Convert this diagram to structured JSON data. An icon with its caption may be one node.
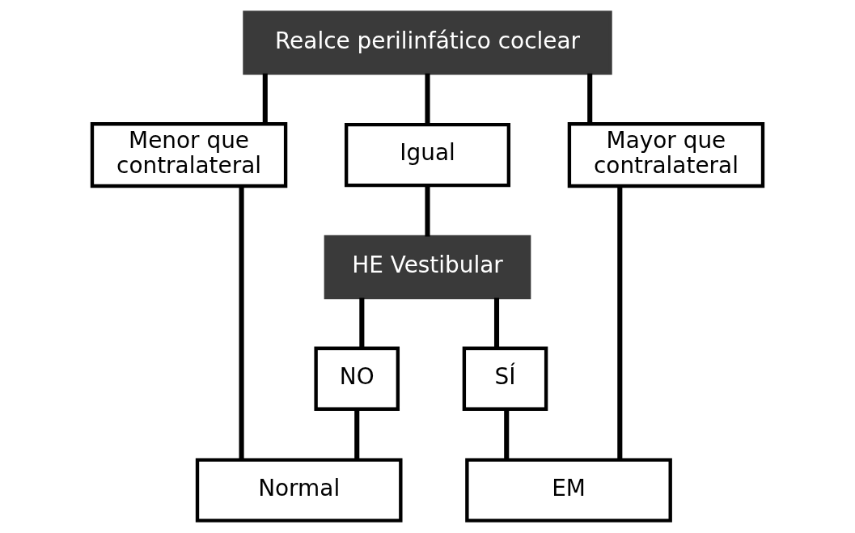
{
  "diagram": {
    "nodes": [
      {
        "text": [
          "Realce perilinfático coclear"
        ]
      },
      {
        "text": [
          "Menor que contralateral"
        ]
      },
      {
        "text": [
          "Igual"
        ]
      },
      {
        "text": [
          "Mayor que contralateral"
        ]
      },
      {
        "text": [
          "HE Vestibular"
        ]
      },
      {
        "text": [
          "NO"
        ]
      },
      {
        "text": [
          "SÍ"
        ]
      },
      {
        "text": [
          "Normal"
        ]
      },
      {
        "text": [
          "EM"
        ]
      }
    ],
    "edges": [
      {
        "from": 0,
        "to": 1,
        "arrow": "none"
      },
      {
        "from": 0,
        "to": 2,
        "arrow": "none"
      },
      {
        "from": 0,
        "to": 3,
        "arrow": "none"
      },
      {
        "from": 2,
        "to": 4,
        "arrow": "none"
      },
      {
        "from": 4,
        "to": 5,
        "arrow": "none"
      },
      {
        "from": 4,
        "to": 6,
        "arrow": "none"
      },
      {
        "from": 1,
        "to": 7,
        "arrow": "none"
      },
      {
        "from": 5,
        "to": 7,
        "arrow": "none"
      },
      {
        "from": 6,
        "to": 8,
        "arrow": "none"
      },
      {
        "from": 3,
        "to": 8,
        "arrow": "none"
      }
    ]
  }
}
